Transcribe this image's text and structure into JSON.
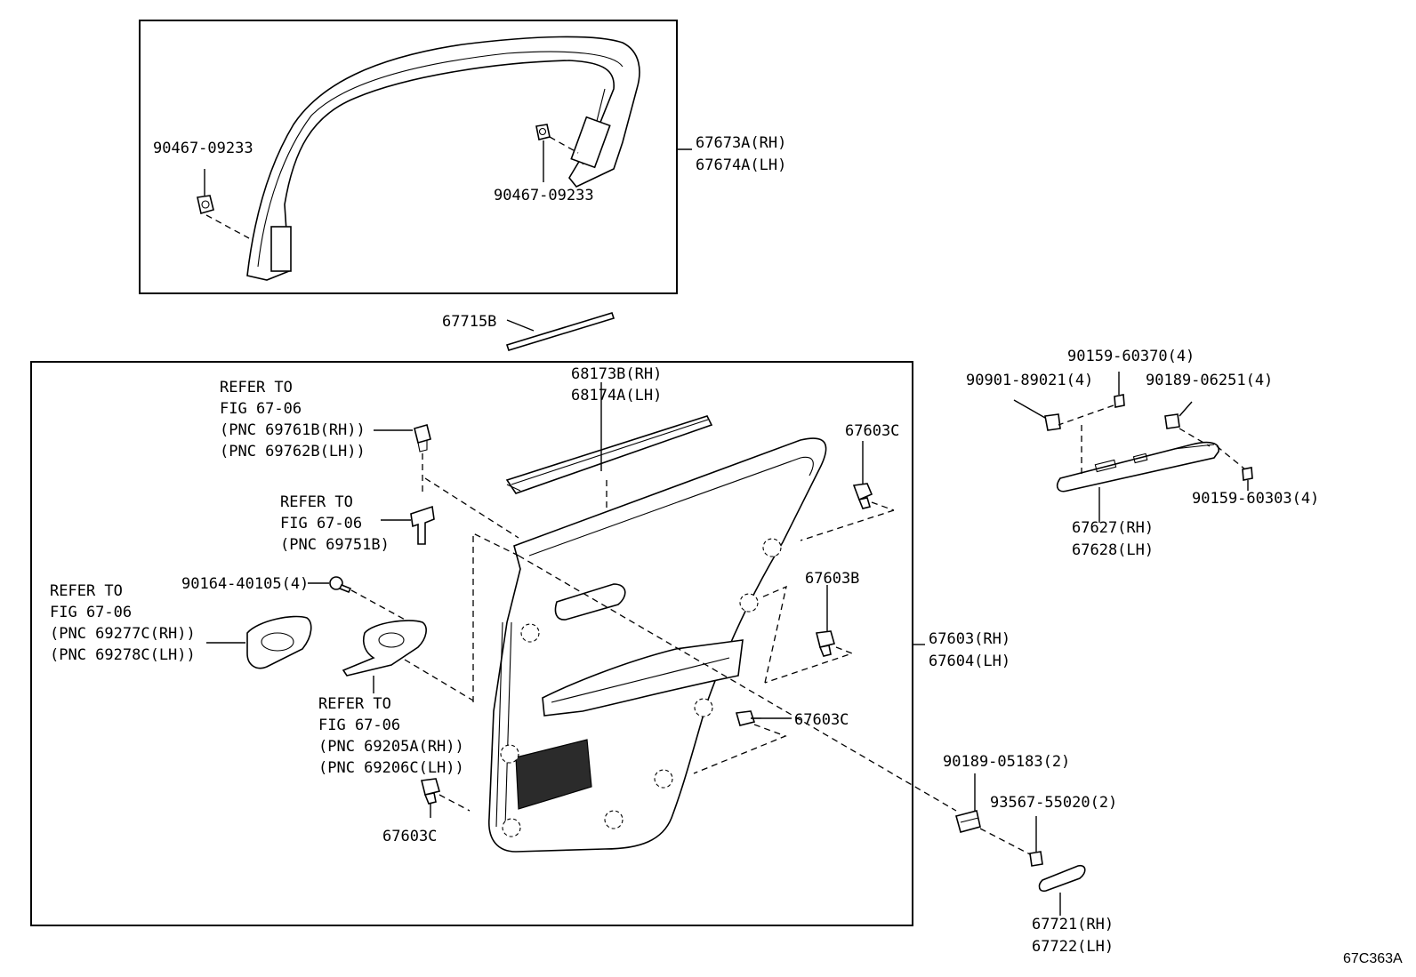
{
  "drawing_id": "67C363A",
  "labels": {
    "p67673": "67673A(RH)",
    "p67674": "67674A(LH)",
    "clip_left": "90467-09233",
    "clip_right": "90467-09233",
    "p67715": "67715B",
    "p68173": "68173B(RH)",
    "p68174": "68174A(LH)",
    "refer_a1": "REFER TO",
    "refer_a2": "FIG 67-06",
    "refer_a3": "(PNC 69761B(RH))",
    "refer_a4": "(PNC 69762B(LH))",
    "refer_b1": "REFER TO",
    "refer_b2": "FIG 67-06",
    "refer_b3": "(PNC 69751B)",
    "screw_90164": "90164-40105(4)",
    "refer_c1": "REFER TO",
    "refer_c2": "FIG 67-06",
    "refer_c3": "(PNC 69277C(RH))",
    "refer_c4": "(PNC 69278C(LH))",
    "refer_d1": "REFER TO",
    "refer_d2": "FIG 67-06",
    "refer_d3": "(PNC 69205A(RH))",
    "refer_d4": "(PNC 69206C(LH))",
    "clip_c_top": "67603C",
    "clip_b": "67603B",
    "clip_c_mid": "67603C",
    "clip_c_bottom": "67603C",
    "p67603": "67603(RH)",
    "p67604": "67604(LH)",
    "p90159_60370": "90159-60370(4)",
    "p90901": "90901-89021(4)",
    "p90189_06251": "90189-06251(4)",
    "p90159_60303": "90159-60303(4)",
    "p67627": "67627(RH)",
    "p67628": "67628(LH)",
    "p90189_05183": "90189-05183(2)",
    "p93567": "93567-55020(2)",
    "p67721": "67721(RH)",
    "p67722": "67722(LH)"
  }
}
